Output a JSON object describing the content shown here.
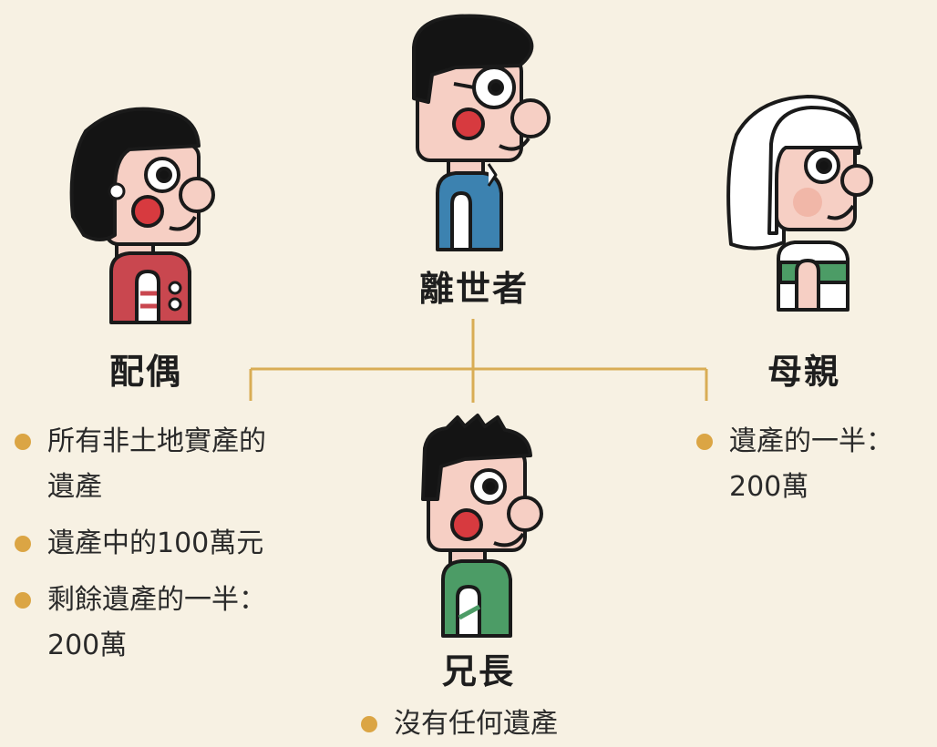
{
  "colors": {
    "background": "#f7f1e3",
    "connector": "#d9ad55",
    "bullet": "#dba544",
    "skin": "#f6cfc4",
    "hair": "#141414",
    "cheek": "#d73a3f",
    "deceased_shirt": "#3c82b0",
    "spouse_shirt": "#c9474f",
    "mother_shirt": "#4c9c66",
    "brother_shirt": "#4c9c66"
  },
  "people": {
    "deceased": {
      "name": "離世者",
      "icon": "deceased-person-icon"
    },
    "spouse": {
      "name": "配偶",
      "icon": "spouse-person-icon",
      "notes": [
        {
          "lines": [
            "所有非土地實產的",
            "遺產"
          ]
        },
        {
          "lines": [
            "遺產中的100萬元"
          ]
        },
        {
          "lines": [
            "剩餘遺產的一半：",
            "200萬"
          ]
        }
      ]
    },
    "mother": {
      "name": "母親",
      "icon": "mother-person-icon",
      "notes": [
        {
          "lines": [
            "遺產的一半：",
            "200萬"
          ]
        }
      ]
    },
    "brother": {
      "name": "兄長",
      "icon": "brother-person-icon",
      "notes": [
        {
          "lines": [
            "沒有任何遺產"
          ]
        }
      ]
    }
  }
}
